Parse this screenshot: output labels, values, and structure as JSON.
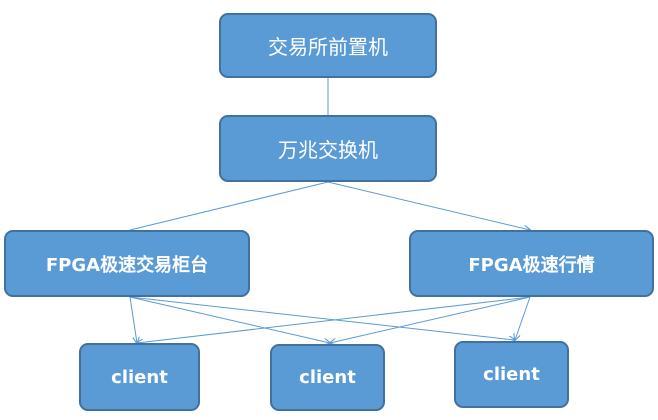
{
  "nodes": {
    "exchange_gateway": "交易所前置机",
    "switch_10g": "万兆交换机",
    "fpga_trading_counter": "FPGA极速交易柜台",
    "fpga_market_data": "FPGA极速行情",
    "clients": [
      "client",
      "client",
      "client"
    ]
  },
  "colors": {
    "node_fill": "#5b9bd5",
    "node_border": "#41719c",
    "edge": "#5b9bd5",
    "text": "#ffffff"
  },
  "edges": [
    {
      "from": "exchange_gateway",
      "to": "switch_10g",
      "arrow": false
    },
    {
      "from": "switch_10g",
      "to": "fpga_trading_counter",
      "arrow": false
    },
    {
      "from": "switch_10g",
      "to": "fpga_market_data",
      "arrow": true
    },
    {
      "from": "fpga_trading_counter",
      "to": "client_1",
      "arrow": true
    },
    {
      "from": "fpga_trading_counter",
      "to": "client_2",
      "arrow": true
    },
    {
      "from": "fpga_trading_counter",
      "to": "client_3",
      "arrow": true
    },
    {
      "from": "fpga_market_data",
      "to": "client_1",
      "arrow": true
    },
    {
      "from": "fpga_market_data",
      "to": "client_2",
      "arrow": true
    },
    {
      "from": "fpga_market_data",
      "to": "client_3",
      "arrow": true
    }
  ]
}
